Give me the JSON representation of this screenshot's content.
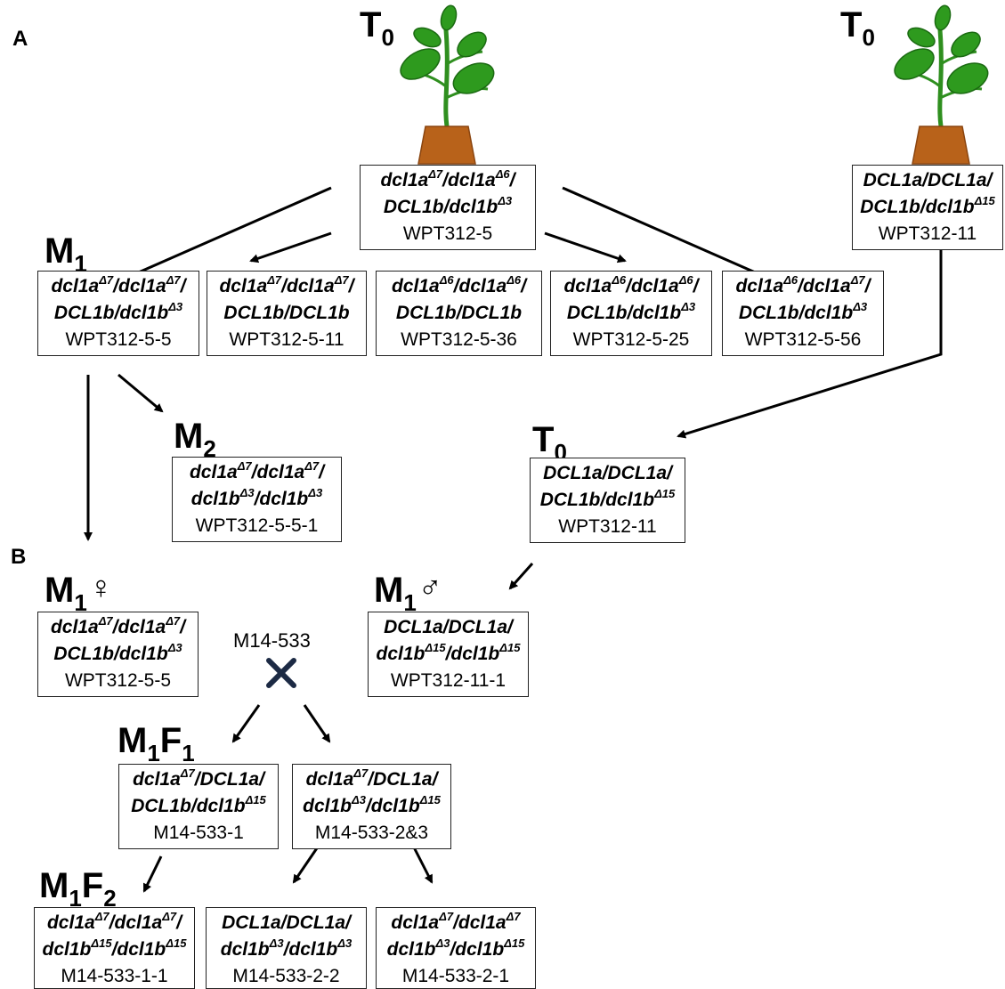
{
  "panels": {
    "a": "A",
    "b": "B"
  },
  "generations": {
    "t0_main": {
      "base": "T",
      "sub": "0"
    },
    "t0_right": {
      "base": "T",
      "sub": "0"
    },
    "m1": {
      "base": "M",
      "sub": "1"
    },
    "m2": {
      "base": "M",
      "sub": "2"
    },
    "t0_mid": {
      "base": "T",
      "sub": "0"
    },
    "m1_female": {
      "base": "M",
      "sub": "1",
      "symbol": "♀"
    },
    "m1_male": {
      "base": "M",
      "sub": "1",
      "symbol": "♂"
    },
    "m1f1": {
      "base1": "M",
      "sub1": "1",
      "base2": "F",
      "sub2": "1"
    },
    "m1f2": {
      "base1": "M",
      "sub1": "1",
      "base2": "F",
      "sub2": "2"
    }
  },
  "boxes": {
    "t0_main": {
      "l1": "dcl1a",
      "s1": "Δ7",
      "l2": "/dcl1a",
      "s2": "Δ6",
      "l3": "/",
      "m1": "DCL1b/dcl1b",
      "ms1": "Δ3",
      "label": "WPT312-5"
    },
    "t0_right": {
      "l1": "DCL1a/DCL1a/",
      "m1": "DCL1b/dcl1b",
      "ms1": "Δ15",
      "label": "WPT312-11"
    },
    "m1_5_5": {
      "l1": "dcl1a",
      "s1": "Δ7",
      "l2": "/dcl1a",
      "s2": "Δ7",
      "l3": "/",
      "m1": "DCL1b/dcl1b",
      "ms1": "Δ3",
      "label": "WPT312-5-5"
    },
    "m1_5_11": {
      "l1": "dcl1a",
      "s1": "Δ7",
      "l2": "/dcl1a",
      "s2": "Δ7",
      "l3": "/",
      "m1": "DCL1b/DCL1b",
      "label": "WPT312-5-11"
    },
    "m1_5_36": {
      "l1": "dcl1a",
      "s1": "Δ6",
      "l2": "/dcl1a",
      "s2": "Δ6",
      "l3": "/",
      "m1": "DCL1b/DCL1b",
      "label": "WPT312-5-36"
    },
    "m1_5_25": {
      "l1": "dcl1a",
      "s1": "Δ6",
      "l2": "/dcl1a",
      "s2": "Δ6",
      "l3": "/",
      "m1": "DCL1b/dcl1b",
      "ms1": "Δ3",
      "label": "WPT312-5-25"
    },
    "m1_5_56": {
      "l1": "dcl1a",
      "s1": "Δ6",
      "l2": "/dcl1a",
      "s2": "Δ7",
      "l3": "/",
      "m1": "DCL1b/dcl1b",
      "ms1": "Δ3",
      "label": "WPT312-5-56"
    },
    "m2_5_5_1": {
      "l1": "dcl1a",
      "s1": "Δ7",
      "l2": "/dcl1a",
      "s2": "Δ7",
      "l3": "/",
      "m1": "dcl1b",
      "ms1": "Δ3",
      "m2": "/dcl1b",
      "ms2": "Δ3",
      "label": "WPT312-5-5-1"
    },
    "t0_mid": {
      "l1": "DCL1a/DCL1a/",
      "m1": "DCL1b/dcl1b",
      "ms1": "Δ15",
      "label": "WPT312-11"
    },
    "female": {
      "l1": "dcl1a",
      "s1": "Δ7",
      "l2": "/dcl1a",
      "s2": "Δ7",
      "l3": "/",
      "m1": "DCL1b/dcl1b",
      "ms1": "Δ3",
      "label": "WPT312-5-5"
    },
    "male": {
      "l1": "DCL1a/DCL1a/",
      "m1": "dcl1b",
      "ms1": "Δ15",
      "m2": "/dcl1b",
      "ms2": "Δ15",
      "label": "WPT312-11-1"
    },
    "f1_1": {
      "l1": "dcl1a",
      "s1": "Δ7",
      "l2": "/DCL1a/",
      "m1": "DCL1b/dcl1b",
      "ms1": "Δ15",
      "label": "M14-533-1"
    },
    "f1_23": {
      "l1": "dcl1a",
      "s1": "Δ7",
      "l2": "/DCL1a/",
      "m1": "dcl1b",
      "ms1": "Δ3",
      "m2": "/dcl1b",
      "ms2": "Δ15",
      "label": "M14-533-2&3"
    },
    "f2_1_1": {
      "l1": "dcl1a",
      "s1": "Δ7",
      "l2": "/dcl1a",
      "s2": "Δ7",
      "l3": "/",
      "m1": "dcl1b",
      "ms1": "Δ15",
      "m2": "/dcl1b",
      "ms2": "Δ15",
      "label": "M14-533-1-1"
    },
    "f2_2_2": {
      "l1": "DCL1a/DCL1a/",
      "m1": "dcl1b",
      "ms1": "Δ3",
      "m2": "/dcl1b",
      "ms2": "Δ3",
      "label": "M14-533-2-2"
    },
    "f2_2_1": {
      "l1": "dcl1a",
      "s1": "Δ7",
      "l2": "/dcl1a",
      "s2": "Δ7",
      "m1": "dcl1b",
      "ms1": "Δ3",
      "m2": "/dcl1b",
      "ms2": "Δ15",
      "label": "M14-533-2-1"
    }
  },
  "cross": {
    "label": "M14-533",
    "symbol": "×"
  },
  "colors": {
    "leaf": "#2e9a1e",
    "leaf_dark": "#1b6a12",
    "stem": "#2f8f1f",
    "pot": "#b8621a",
    "pot_dark": "#8a4510",
    "cross": "#1c2a44"
  }
}
